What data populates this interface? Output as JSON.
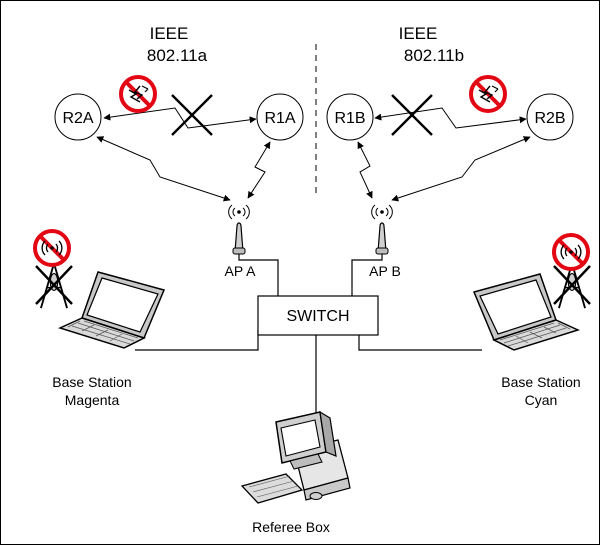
{
  "standards": {
    "left": {
      "line1": "IEEE",
      "line2": "802.11a"
    },
    "right": {
      "line1": "IEEE",
      "line2": "802.11b"
    }
  },
  "robots": {
    "r2a": "R2A",
    "r1a": "R1A",
    "r1b": "R1B",
    "r2b": "R2B"
  },
  "access_points": {
    "ap_a": "AP A",
    "ap_b": "AP B"
  },
  "switch": {
    "label": "SWITCH"
  },
  "base_stations": {
    "magenta": {
      "line1": "Base Station",
      "line2": "Magenta"
    },
    "cyan": {
      "line1": "Base Station",
      "line2": "Cyan"
    }
  },
  "referee": {
    "label": "Referee Box"
  },
  "icons": {
    "prohibited": "no-wireless-icon",
    "blocked": "cross-mark-icon",
    "link": "wireless-link-icon",
    "antenna": "access-point-icon",
    "laptop": "laptop-icon",
    "desktop": "desktop-computer-icon"
  },
  "colors": {
    "prohibited_red": "#e30613",
    "line": "#000000",
    "node_fill": "#ffffff"
  }
}
